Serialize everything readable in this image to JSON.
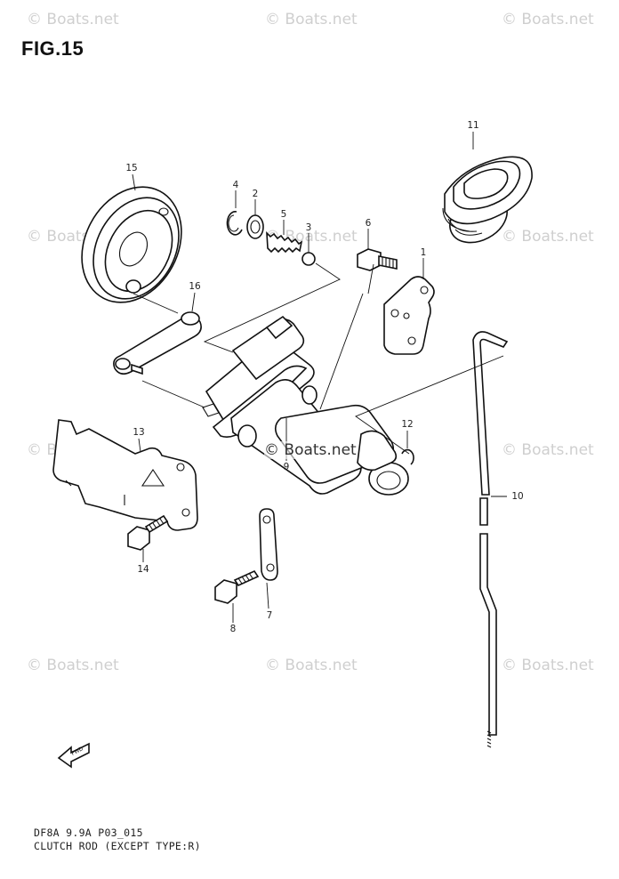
{
  "figure": {
    "title": "FIG.15"
  },
  "footer": {
    "line1": "DF8A 9.9A P03_015",
    "line2": "CLUTCH ROD (EXCEPT TYPE:R)"
  },
  "watermark": {
    "text": "© Boats.net",
    "center_text": "© Boats.net"
  },
  "direction_arrow": {
    "label": "FWD"
  },
  "callouts": {
    "c1": "1",
    "c2": "2",
    "c3": "3",
    "c4": "4",
    "c5": "5",
    "c6": "6",
    "c7": "7",
    "c8": "8",
    "c9": "9",
    "c10": "10",
    "c11": "11",
    "c12": "12",
    "c13": "13",
    "c14": "14",
    "c15": "15",
    "c16": "16"
  }
}
